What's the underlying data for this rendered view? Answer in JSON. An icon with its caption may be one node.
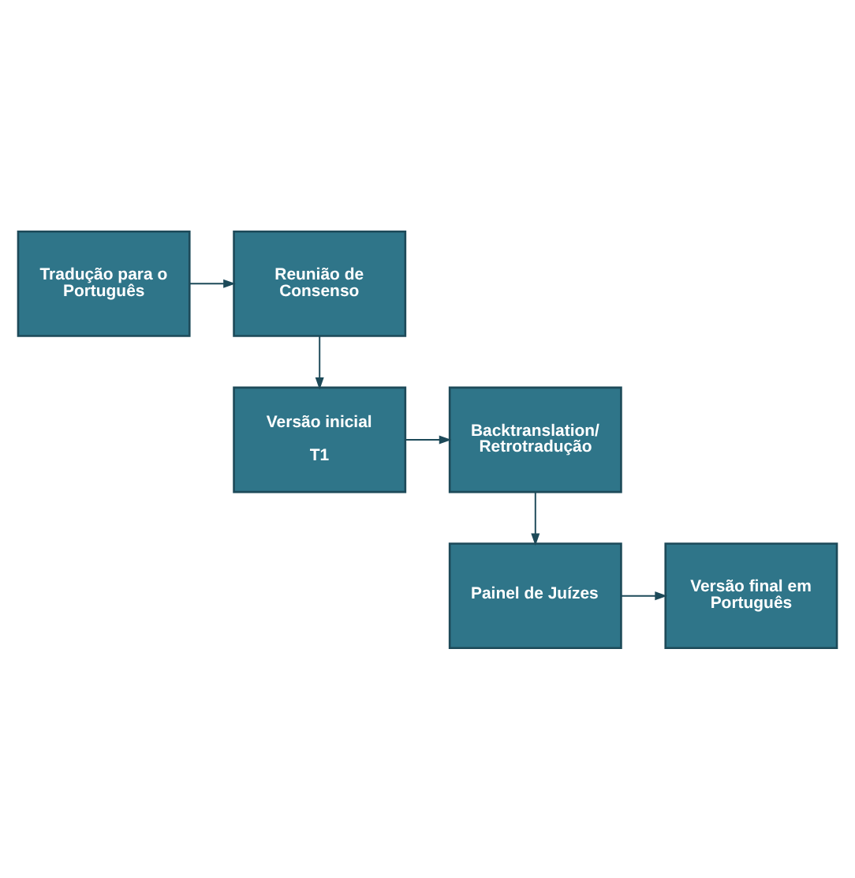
{
  "diagram": {
    "nodes": [
      {
        "text": [
          "Tradução para o Português"
        ]
      },
      {
        "text": [
          "Reunião de Consenso"
        ]
      },
      {
        "text": [
          "Versão inicial",
          "T1"
        ]
      },
      {
        "text": [
          "Backtranslation/ Retrotradução"
        ]
      },
      {
        "text": [
          "Painel de Juízes"
        ]
      },
      {
        "text": [
          "Versão final em Português"
        ]
      }
    ],
    "edges": [
      {
        "from": 0,
        "to": 1,
        "arrow": "to"
      },
      {
        "from": 1,
        "to": 2,
        "arrow": "to"
      },
      {
        "from": 2,
        "to": 3,
        "arrow": "to"
      },
      {
        "from": 3,
        "to": 4,
        "arrow": "to"
      },
      {
        "from": 4,
        "to": 5,
        "arrow": "to"
      }
    ]
  }
}
